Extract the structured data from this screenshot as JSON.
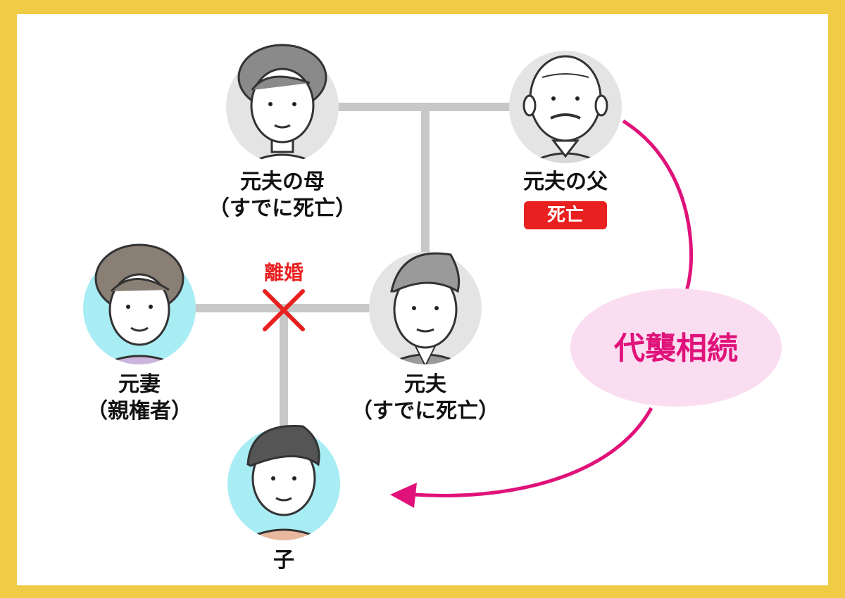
{
  "people": {
    "mother": {
      "name": "元夫の母",
      "note": "（すでに死亡）"
    },
    "father": {
      "name": "元夫の父",
      "badge": "死亡"
    },
    "exwife": {
      "name": "元妻",
      "note": "（親権者）"
    },
    "exhusband": {
      "name": "元夫",
      "note": "（すでに死亡）"
    },
    "child": {
      "name": "子"
    }
  },
  "relations": {
    "divorce_label": "離婚",
    "succession_label": "代襲相続"
  },
  "colors": {
    "frame": "#F0CB45",
    "line": "#C8C8C8",
    "accent": "#E0127A",
    "badge": "#E8201F",
    "bubble": "#FBDDF2",
    "avatar_gray": "#E4E4E4",
    "avatar_blue": "#A8ECF4"
  }
}
